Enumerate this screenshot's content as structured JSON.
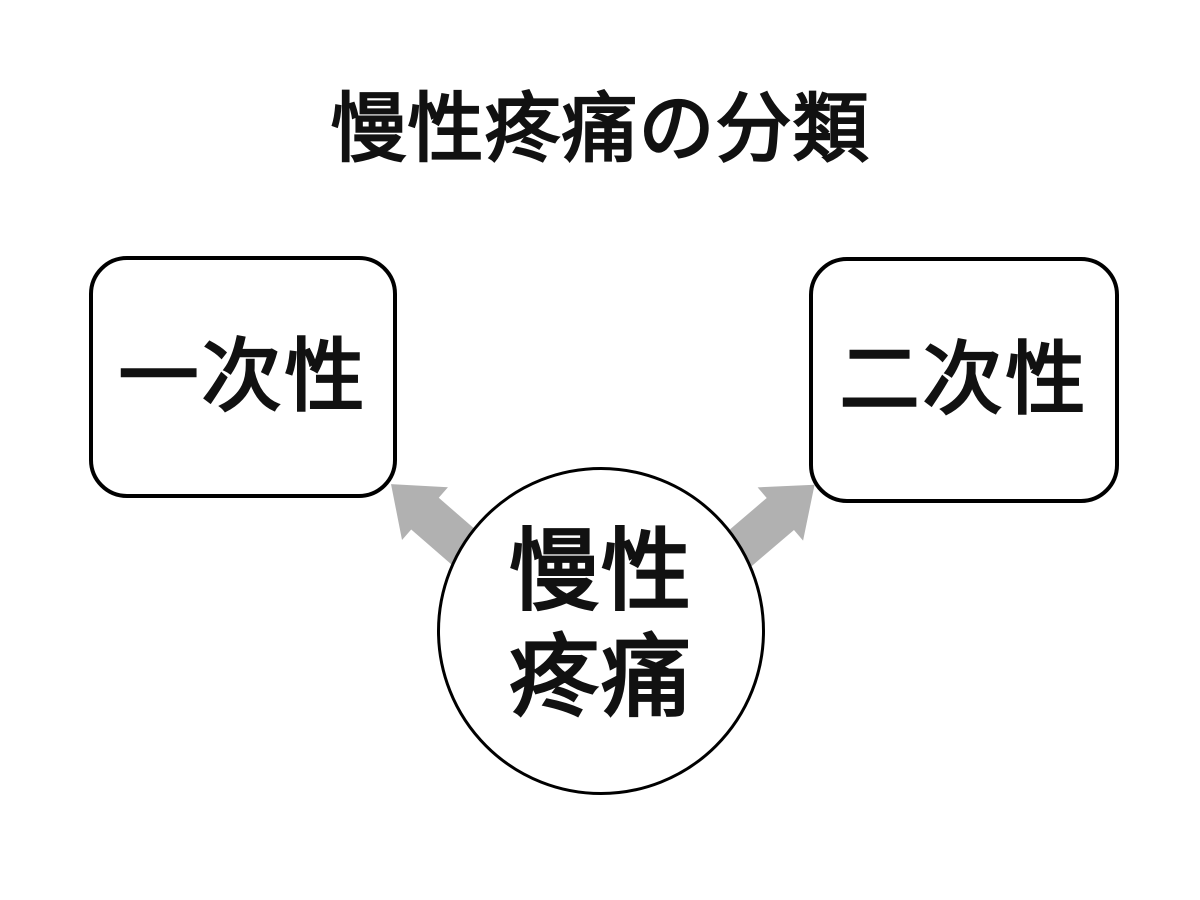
{
  "slide": {
    "title": "慢性疼痛の分類"
  },
  "nodes": {
    "left_box": {
      "label": "一次性"
    },
    "right_box": {
      "label": "二次性"
    },
    "center_circle": {
      "line1": "慢性",
      "line2": "疼痛"
    }
  },
  "colors": {
    "arrow": "#b1b1b1",
    "stroke": "#000000",
    "background": "#ffffff"
  }
}
